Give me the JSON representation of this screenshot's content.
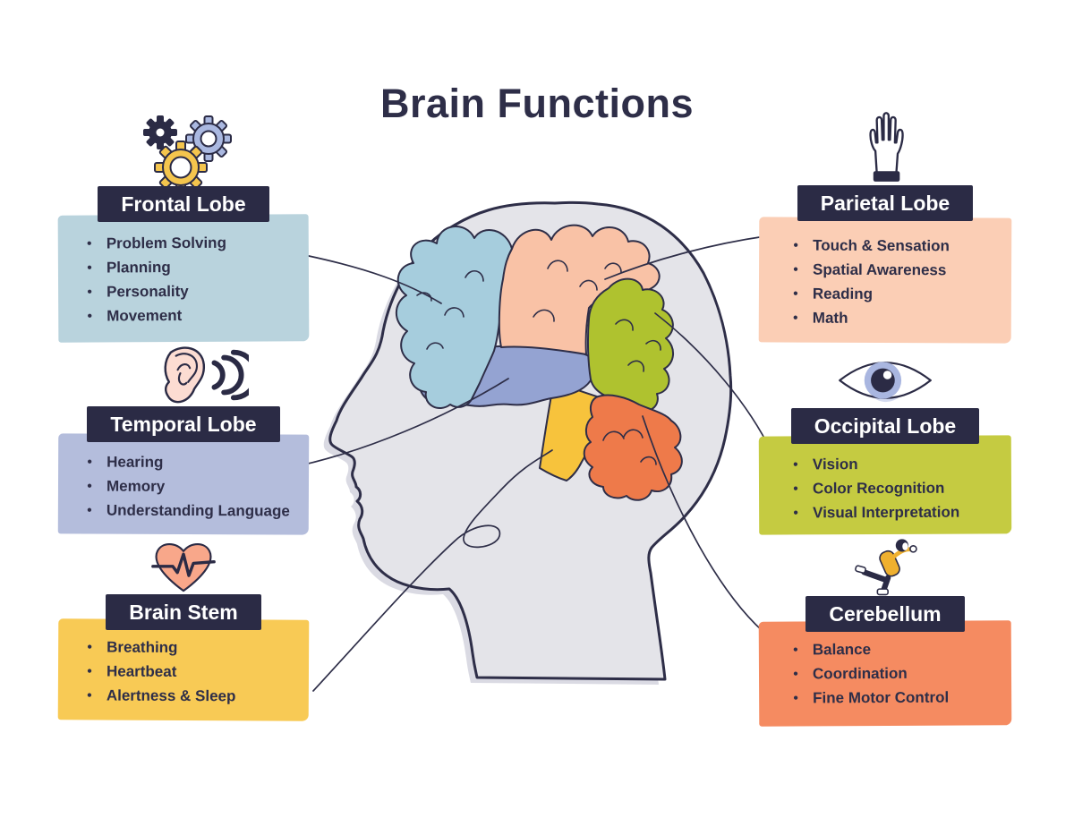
{
  "title": "Brain Functions",
  "colors": {
    "navy": "#2b2b45",
    "ink": "#2e2e48",
    "head-fill": "#e4e4e9",
    "head-shadow": "#dadae3",
    "frontal-box": "#b9d3dd",
    "temporal-box": "#b4bddc",
    "brainstem-box": "#f8ca55",
    "parietal-box": "#fbceb5",
    "occipital-box": "#c5cb41",
    "cerebellum-box": "#f58b61",
    "brain-frontal": "#a6cddd",
    "brain-temporal": "#94a3d2",
    "brain-stem": "#f7c33c",
    "brain-parietal": "#f9c2a6",
    "brain-occipital": "#afc22f",
    "brain-cerebellum": "#ee7a4a",
    "gear-yellow": "#f4c54d",
    "gear-periwinkle": "#aab8e0",
    "ear-skin": "#fcdcd2",
    "heart-fill": "#f8a78a",
    "iris": "#a9b6e0",
    "shirt-yellow": "#efb02f"
  },
  "panels": [
    {
      "id": "frontal-lobe",
      "title": "Frontal Lobe",
      "icon": "gears-icon",
      "items": [
        "Problem Solving",
        "Planning",
        "Personality",
        "Movement"
      ]
    },
    {
      "id": "parietal-lobe",
      "title": "Parietal Lobe",
      "icon": "hand-icon",
      "items": [
        "Touch & Sensation",
        "Spatial Awareness",
        "Reading",
        "Math"
      ]
    },
    {
      "id": "temporal-lobe",
      "title": "Temporal Lobe",
      "icon": "ear-icon",
      "items": [
        "Hearing",
        "Memory",
        "Understanding Language"
      ]
    },
    {
      "id": "occipital-lobe",
      "title": "Occipital Lobe",
      "icon": "eye-icon",
      "items": [
        "Vision",
        "Color Recognition",
        "Visual Interpretation"
      ]
    },
    {
      "id": "brain-stem",
      "title": "Brain Stem",
      "icon": "heart-pulse-icon",
      "items": [
        "Breathing",
        "Heartbeat",
        "Alertness & Sleep"
      ]
    },
    {
      "id": "cerebellum",
      "title": "Cerebellum",
      "icon": "balancing-person-icon",
      "items": [
        "Balance",
        "Coordination",
        "Fine Motor Control"
      ]
    }
  ]
}
